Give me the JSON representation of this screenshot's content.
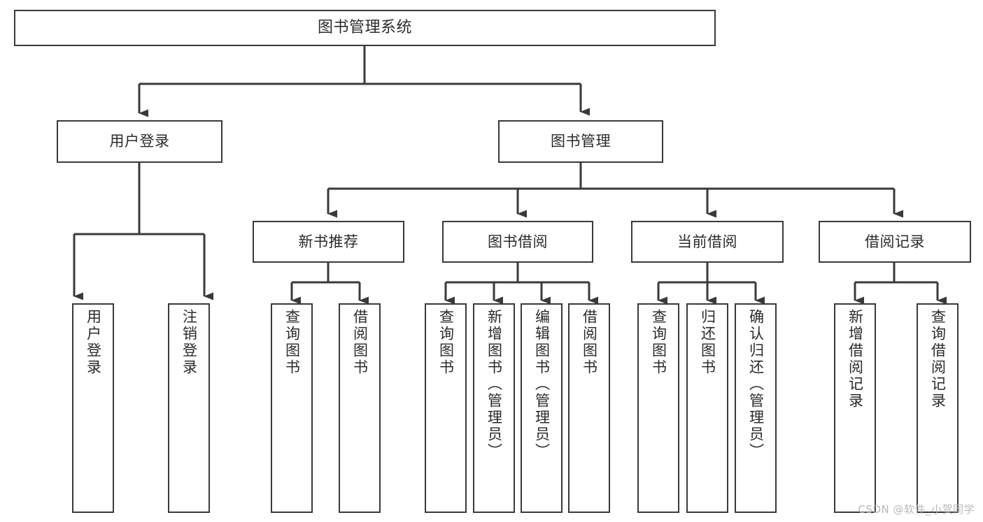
{
  "diagram": {
    "title": "图书管理系统",
    "type": "hierarchy-tree",
    "watermark": "CSDN @软件_小贺同学",
    "colors": {
      "stroke": "#3a3a3a",
      "fill": "#ffffff",
      "text": "#2b2b2b",
      "watermark": "#b9b9b9"
    },
    "nodes": {
      "root": {
        "label": "图书管理系统"
      },
      "level2": [
        {
          "label": "用户登录"
        },
        {
          "label": "图书管理"
        }
      ],
      "level3": [
        {
          "label": "新书推荐"
        },
        {
          "label": "图书借阅"
        },
        {
          "label": "当前借阅"
        },
        {
          "label": "借阅记录"
        }
      ],
      "leaves": {
        "user_login": [
          {
            "label": "用户登录"
          },
          {
            "label": "注销登录"
          }
        ],
        "new_book": [
          {
            "label": "查询图书"
          },
          {
            "label": "借阅图书"
          }
        ],
        "book_borrow": [
          {
            "label": "查询图书"
          },
          {
            "label": "新增图书（管理员）"
          },
          {
            "label": "编辑图书（管理员）"
          },
          {
            "label": "借阅图书"
          }
        ],
        "current_borrow": [
          {
            "label": "查询图书"
          },
          {
            "label": "归还图书"
          },
          {
            "label": "确认归还（管理员）"
          }
        ],
        "borrow_record": [
          {
            "label": "新增借阅记录"
          },
          {
            "label": "查询借阅记录"
          }
        ]
      }
    }
  }
}
